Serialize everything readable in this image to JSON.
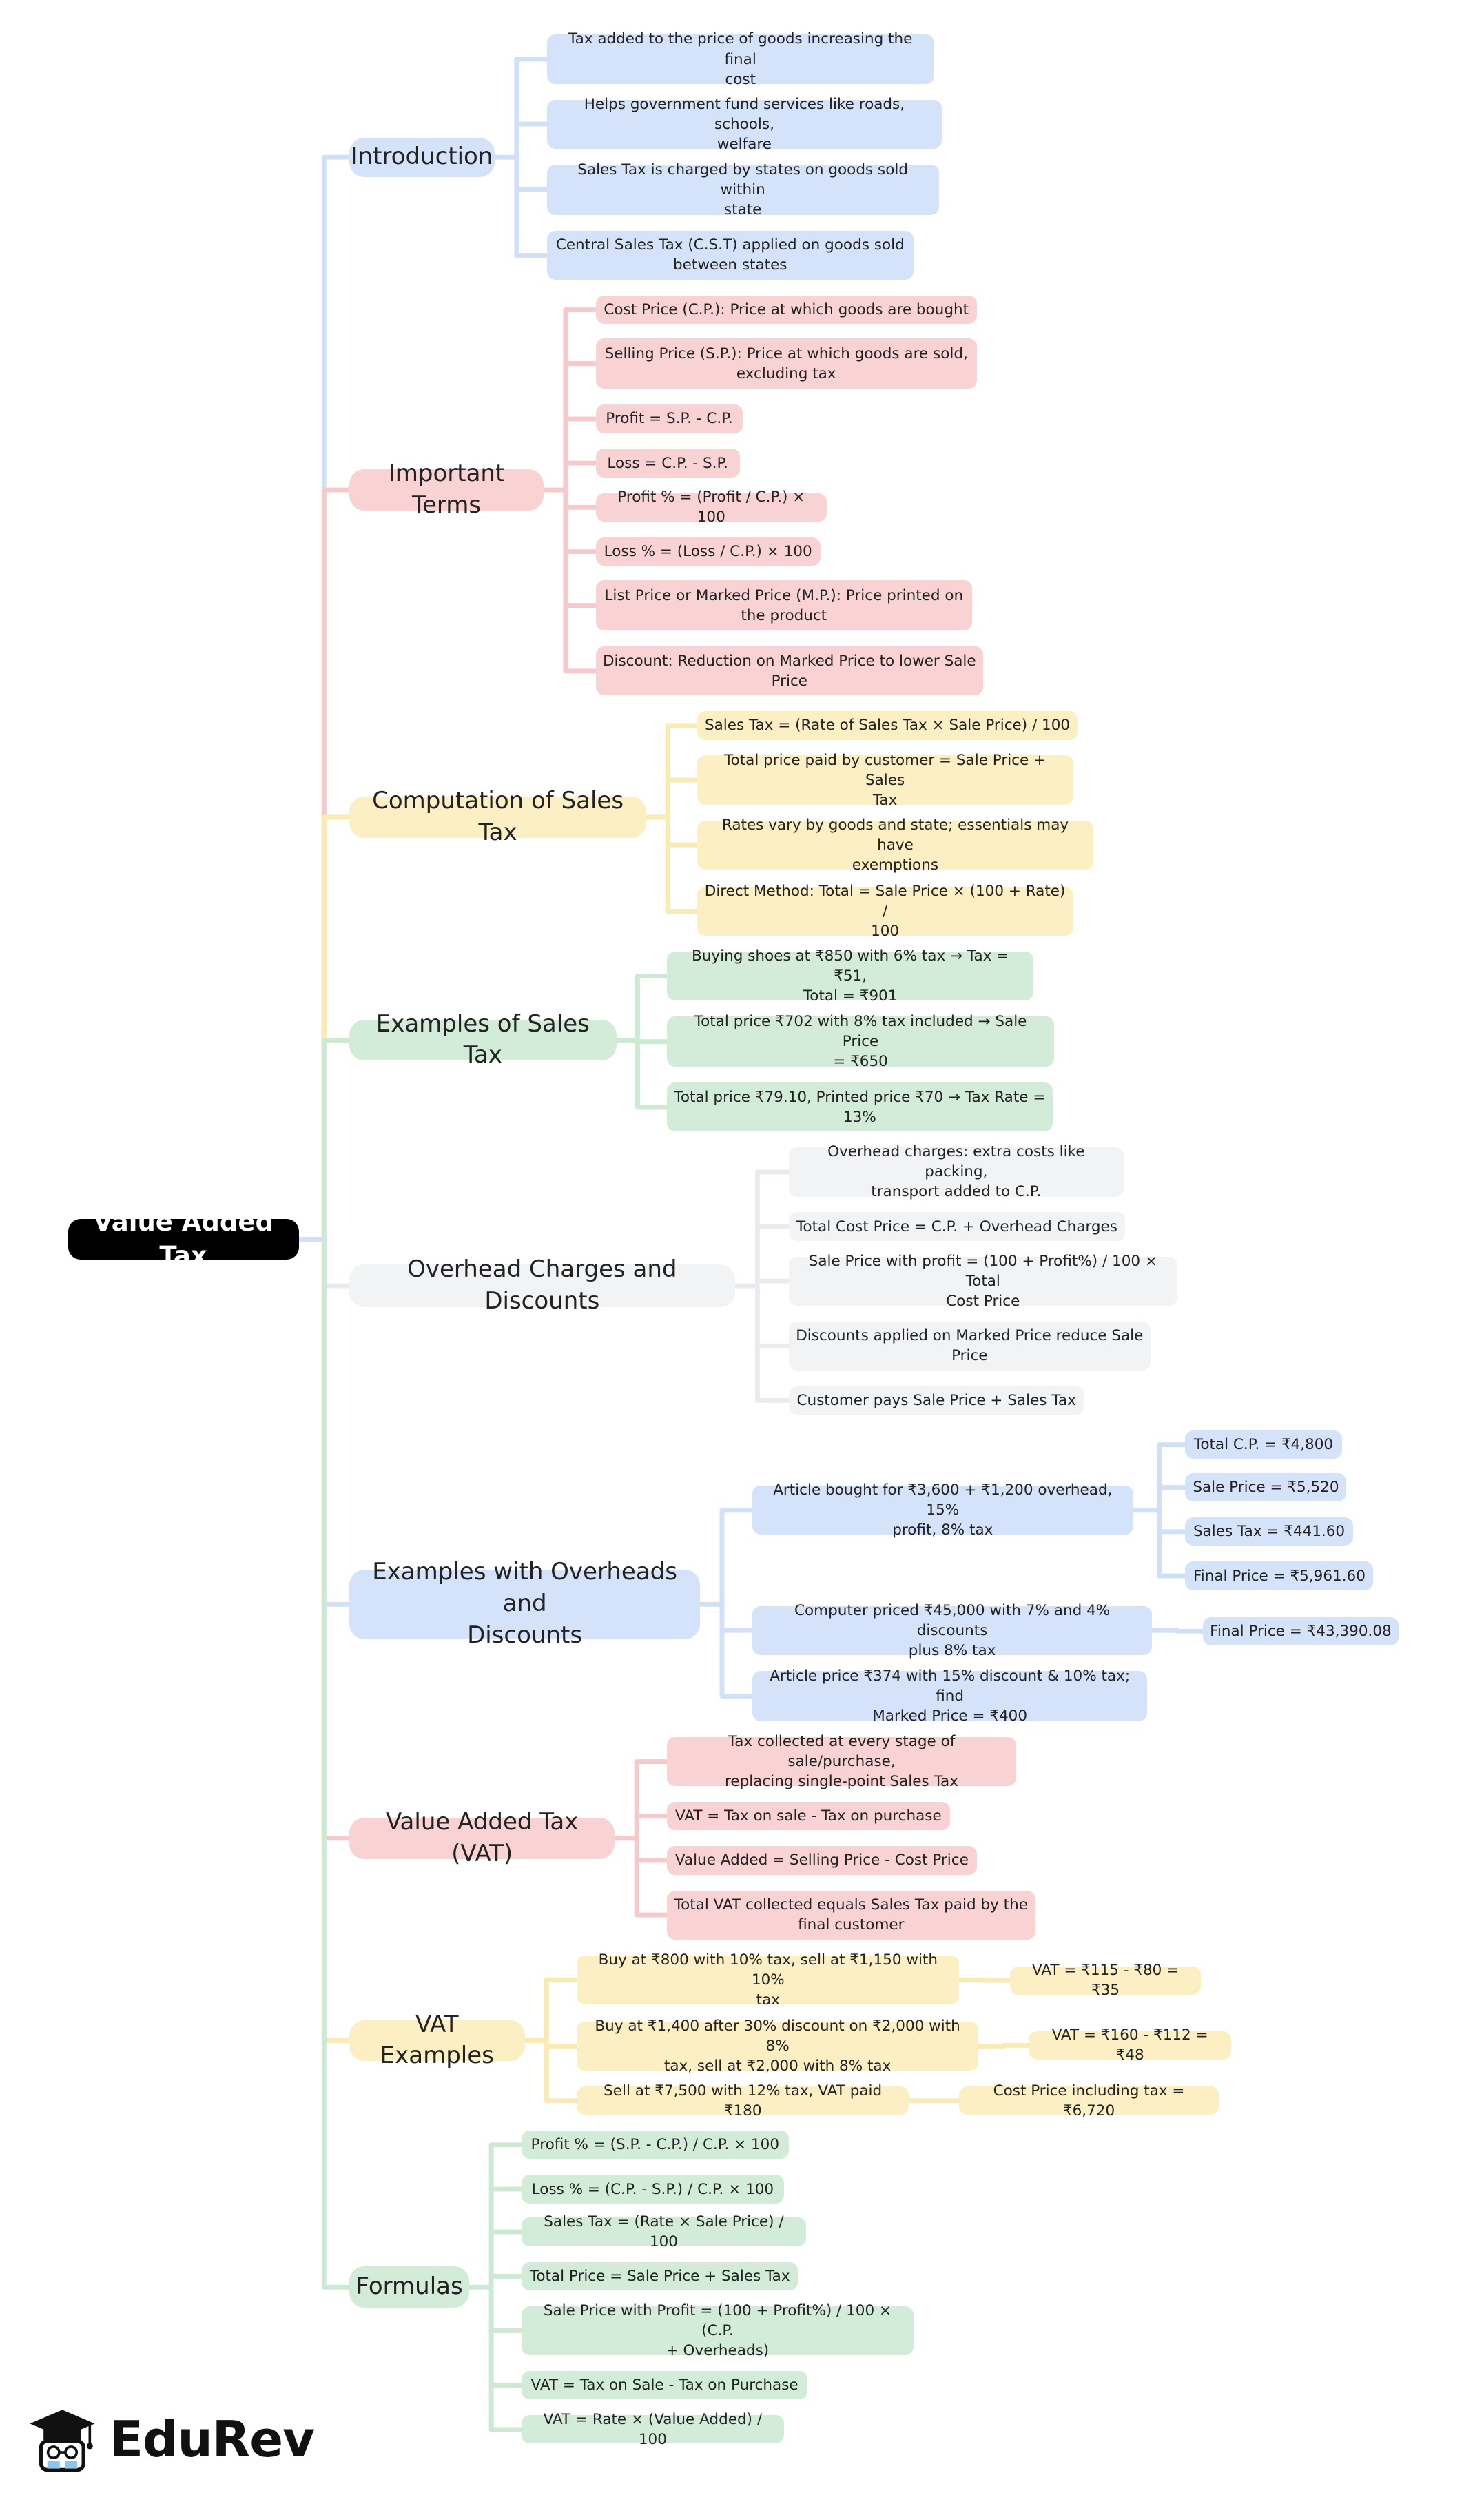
{
  "root": "Value Added Tax",
  "brand": "EduRev",
  "palette": {
    "blue": {
      "fill": "#d4e3fa",
      "line": "#cfe0f7"
    },
    "red": {
      "fill": "#f9d2d3",
      "line": "#f6c9ca"
    },
    "yellow": {
      "fill": "#fcefc4",
      "line": "#faeab3"
    },
    "green": {
      "fill": "#d3ebd9",
      "line": "#cde8d3"
    },
    "gray": {
      "fill": "#f2f3f5",
      "line": "#e9ebee"
    }
  },
  "branches": [
    {
      "label": "Introduction",
      "color": "blue",
      "children": [
        {
          "label": "Tax added to the price of goods increasing the final\ncost"
        },
        {
          "label": "Helps government fund services like roads, schools,\nwelfare"
        },
        {
          "label": "Sales Tax is charged by states on goods sold within\nstate"
        },
        {
          "label": "Central Sales Tax (C.S.T) applied on goods sold\nbetween states"
        }
      ]
    },
    {
      "label": "Important Terms",
      "color": "red",
      "children": [
        {
          "label": "Cost Price (C.P.): Price at which goods are bought"
        },
        {
          "label": "Selling Price (S.P.): Price at which goods are sold,\nexcluding tax"
        },
        {
          "label": "Profit = S.P. - C.P."
        },
        {
          "label": "Loss = C.P. - S.P."
        },
        {
          "label": "Profit % = (Profit / C.P.) × 100"
        },
        {
          "label": "Loss % = (Loss / C.P.) × 100"
        },
        {
          "label": "List Price or Marked Price (M.P.): Price printed on\nthe product"
        },
        {
          "label": "Discount: Reduction on Marked Price to lower Sale\nPrice"
        }
      ]
    },
    {
      "label": "Computation of Sales Tax",
      "color": "yellow",
      "children": [
        {
          "label": "Sales Tax = (Rate of Sales Tax × Sale Price) / 100"
        },
        {
          "label": "Total price paid by customer = Sale Price + Sales\nTax"
        },
        {
          "label": "Rates vary by goods and state; essentials may have\nexemptions"
        },
        {
          "label": "Direct Method: Total = Sale Price × (100 + Rate) /\n100"
        }
      ]
    },
    {
      "label": "Examples of Sales Tax",
      "color": "green",
      "children": [
        {
          "label": "Buying shoes at ₹850 with 6% tax → Tax = ₹51,\nTotal = ₹901"
        },
        {
          "label": "Total price ₹702 with 8% tax included → Sale Price\n= ₹650"
        },
        {
          "label": "Total price ₹79.10, Printed price ₹70 → Tax Rate =\n13%"
        }
      ]
    },
    {
      "label": "Overhead Charges and Discounts",
      "color": "gray",
      "children": [
        {
          "label": "Overhead charges: extra costs like packing,\ntransport added to C.P."
        },
        {
          "label": "Total Cost Price = C.P. + Overhead Charges"
        },
        {
          "label": "Sale Price with profit = (100 + Profit%) / 100 × Total\nCost Price"
        },
        {
          "label": "Discounts applied on Marked Price reduce Sale\nPrice"
        },
        {
          "label": "Customer pays Sale Price + Sales Tax"
        }
      ]
    },
    {
      "label": "Examples with Overheads and\nDiscounts",
      "color": "blue",
      "children": [
        {
          "label": "Article bought for ₹3,600 + ₹1,200 overhead, 15%\nprofit, 8% tax",
          "children": [
            {
              "label": "Total C.P. = ₹4,800"
            },
            {
              "label": "Sale Price = ₹5,520"
            },
            {
              "label": "Sales Tax = ₹441.60"
            },
            {
              "label": "Final Price = ₹5,961.60"
            }
          ]
        },
        {
          "label": "Computer priced ₹45,000 with 7% and 4% discounts\nplus 8% tax",
          "children": [
            {
              "label": "Final Price = ₹43,390.08"
            }
          ]
        },
        {
          "label": "Article price ₹374 with 15% discount & 10% tax; find\nMarked Price = ₹400"
        }
      ]
    },
    {
      "label": "Value Added Tax (VAT)",
      "color": "red",
      "children": [
        {
          "label": "Tax collected at every stage of sale/purchase,\nreplacing single-point Sales Tax"
        },
        {
          "label": "VAT = Tax on sale - Tax on purchase"
        },
        {
          "label": "Value Added = Selling Price - Cost Price"
        },
        {
          "label": "Total VAT collected equals Sales Tax paid by the\nfinal customer"
        }
      ]
    },
    {
      "label": "VAT Examples",
      "color": "yellow",
      "children": [
        {
          "label": "Buy at ₹800 with 10% tax, sell at ₹1,150 with 10%\ntax",
          "children": [
            {
              "label": "VAT = ₹115 - ₹80 = ₹35"
            }
          ]
        },
        {
          "label": "Buy at ₹1,400 after 30% discount on ₹2,000 with 8%\ntax, sell at ₹2,000 with 8% tax",
          "children": [
            {
              "label": "VAT = ₹160 - ₹112 = ₹48"
            }
          ]
        },
        {
          "label": "Sell at ₹7,500 with 12% tax, VAT paid ₹180",
          "children": [
            {
              "label": "Cost Price including tax = ₹6,720"
            }
          ]
        }
      ]
    },
    {
      "label": "Formulas",
      "color": "green",
      "children": [
        {
          "label": "Profit % = (S.P. - C.P.) / C.P. × 100"
        },
        {
          "label": "Loss % = (C.P. - S.P.) / C.P. × 100"
        },
        {
          "label": "Sales Tax = (Rate × Sale Price) / 100"
        },
        {
          "label": "Total Price = Sale Price + Sales Tax"
        },
        {
          "label": "Sale Price with Profit = (100 + Profit%) / 100 × (C.P.\n+ Overheads)"
        },
        {
          "label": "VAT = Tax on Sale - Tax on Purchase"
        },
        {
          "label": "VAT = Rate × (Value Added) / 100"
        }
      ]
    }
  ]
}
